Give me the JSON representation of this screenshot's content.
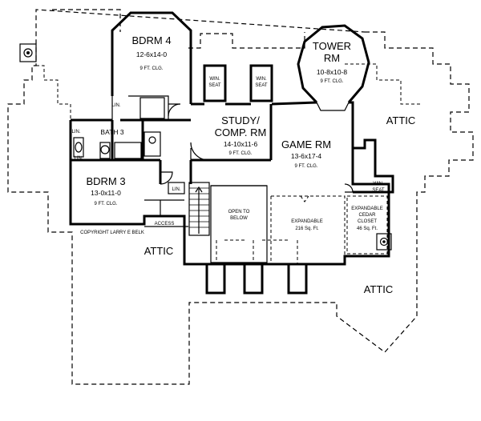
{
  "rooms": {
    "bdrm4": {
      "name": "BDRM 4",
      "dims": "12-6x14-0",
      "clg": "9 FT. CLG."
    },
    "tower": {
      "name_line1": "TOWER",
      "name_line2": "RM",
      "dims": "10-8x10-8",
      "clg": "9 FT. CLG."
    },
    "study": {
      "name_line1": "STUDY/",
      "name_line2": "COMP. RM",
      "dims": "14-10x11-6",
      "clg": "9 FT. CLG."
    },
    "game": {
      "name": "GAME RM",
      "dims": "13-6x17-4",
      "clg": "9 FT. CLG."
    },
    "bdrm3": {
      "name": "BDRM 3",
      "dims": "13-0x11-0",
      "clg": "9 FT. CLG."
    },
    "bath3": {
      "name": "BATH 3"
    },
    "open": {
      "line1": "OPEN TO",
      "line2": "BELOW"
    },
    "expandable": {
      "line1": "EXPANDABLE",
      "line2": "216 Sq. Ft."
    },
    "cedar": {
      "line1": "EXPANDABLE",
      "line2": "CEDAR",
      "line3": "CLOSET",
      "line4": "46 Sq. Ft."
    }
  },
  "labels": {
    "win_seat_1": [
      "WIN.",
      "SEAT"
    ],
    "win_seat_2": [
      "WIN.",
      "SEAT"
    ],
    "win_seat_3": [
      "WIN.",
      "SEAT"
    ],
    "lin_1": "LIN.",
    "lin_2": "LIN.",
    "lin_3": "LIN.",
    "lin_4": "LIN.",
    "access": "ACCESS",
    "copyright": "COPYRIGHT LARRY E BELK"
  },
  "attic": {
    "a1": "ATTIC",
    "a2": "ATTIC",
    "a3": "ATTIC"
  }
}
